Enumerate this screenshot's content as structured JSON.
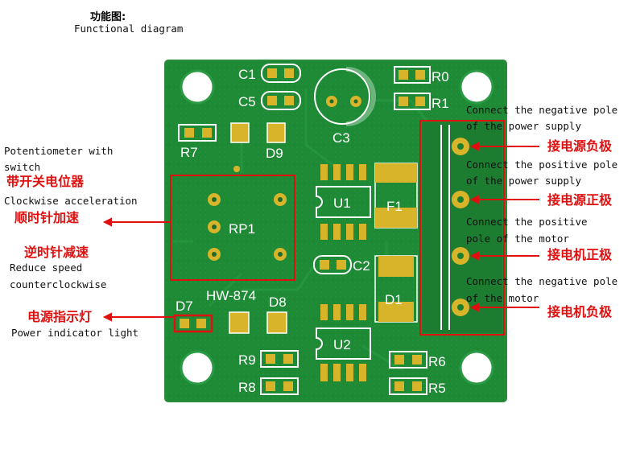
{
  "header": {
    "title_cn": "功能图:",
    "title_en": "Functional diagram"
  },
  "board": {
    "silkscreen": {
      "c1": "C1",
      "c5": "C5",
      "r0": "R0",
      "r1": "R1",
      "r7": "R7",
      "d9": "D9",
      "c3": "C3",
      "u1": "U1",
      "f1": "F1",
      "rp1": "RP1",
      "c2": "C2",
      "d1": "D1",
      "hw": "HW-874",
      "d7": "D7",
      "d8": "D8",
      "u2": "U2",
      "r9": "R9",
      "r8": "R8",
      "r6": "R6",
      "r5": "R5"
    }
  },
  "left_annotations": {
    "pot_en": "Potentiometer with switch",
    "pot_en_line1": "Potentiometer with",
    "pot_en_line2": "switch",
    "pot_cn": "带开关电位器",
    "cw_en": "Clockwise acceleration",
    "cw_cn": "顺时针加速",
    "ccw_cn": "逆时针减速",
    "ccw_en_line1": "Reduce speed",
    "ccw_en_line2": "counterclockwise",
    "led_cn": "电源指示灯",
    "led_en": "Power indicator light"
  },
  "right_annotations": [
    {
      "en1": "Connect the negative pole",
      "en2": "of the power supply",
      "cn": "接电源负极"
    },
    {
      "en1": "Connect the positive pole",
      "en2": "of the power supply",
      "cn": "接电源正极"
    },
    {
      "en1": "Connect the positive",
      "en2": "pole of the motor",
      "cn": "接电机正极"
    },
    {
      "en1": "Connect the negative pole",
      "en2": "of the motor",
      "cn": "接电机负极"
    }
  ],
  "colors": {
    "pcb_green": "#1f8a36",
    "pad_gold": "#d8b42a",
    "highlight_red": "#e01010",
    "silkscreen": "#ffffff"
  }
}
